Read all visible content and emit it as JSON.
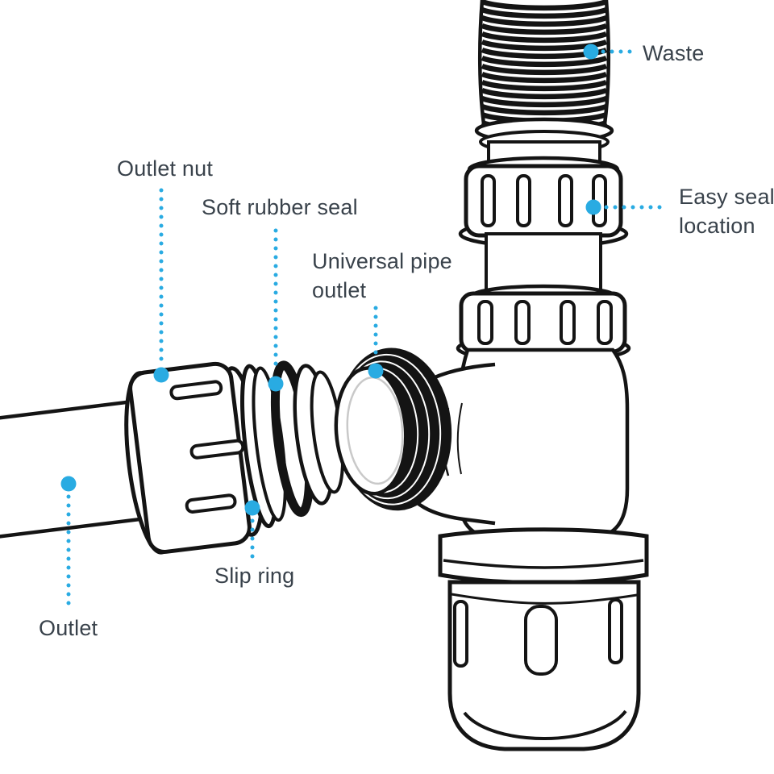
{
  "diagram": {
    "labels": {
      "waste": "Waste",
      "easy_seal_location": "Easy seal location",
      "outlet_nut": "Outlet nut",
      "soft_rubber_seal": "Soft rubber seal",
      "universal_pipe_outlet": "Universal pipe outlet",
      "slip_ring": "Slip ring",
      "outlet": "Outlet"
    },
    "colors": {
      "accent": "#29abe2",
      "label_text": "#39424b",
      "line_ink": "#141414",
      "background": "#ffffff"
    }
  }
}
